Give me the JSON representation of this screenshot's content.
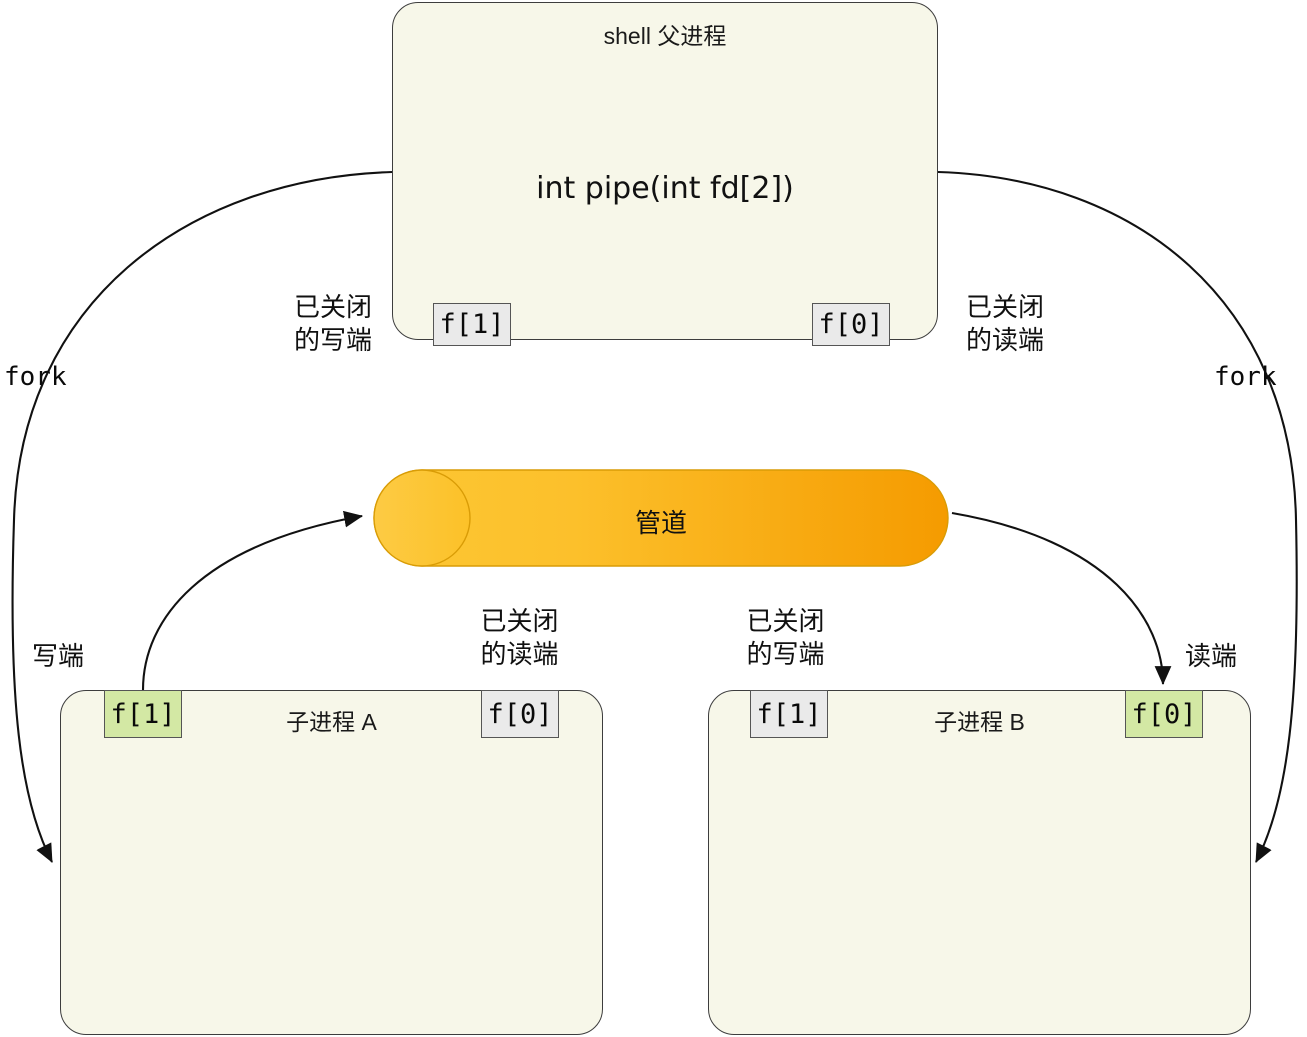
{
  "diagram": {
    "title_hidden": "pipe fork diagram",
    "colors": {
      "process_fill": "#f7f7e9",
      "process_stroke": "#3d3d3d",
      "fd_closed_fill": "#eaeaea",
      "fd_open_fill": "#d3e8a4",
      "pipe_light": "#fdc433",
      "pipe_dark": "#f59c00",
      "pipe_stroke": "#d99a00",
      "edge_stroke": "#1a1a1a"
    }
  },
  "parent": {
    "title": "shell 父进程",
    "call": "int pipe(int fd[2])",
    "fd_write": "f[1]",
    "fd_read": "f[0]",
    "note_left": "已关闭\n的写端",
    "note_right": "已关闭\n的读端"
  },
  "pipe": {
    "label": "管道"
  },
  "child_a": {
    "title": "子进程 A",
    "fd_write": "f[1]",
    "fd_read": "f[0]",
    "note_write": "写端",
    "note_closed": "已关闭\n的读端"
  },
  "child_b": {
    "title": "子进程 B",
    "fd_write": "f[1]",
    "fd_read": "f[0]",
    "note_read": "读端",
    "note_closed": "已关闭\n的写端"
  },
  "edges": {
    "fork_left": "fork",
    "fork_right": "fork"
  }
}
